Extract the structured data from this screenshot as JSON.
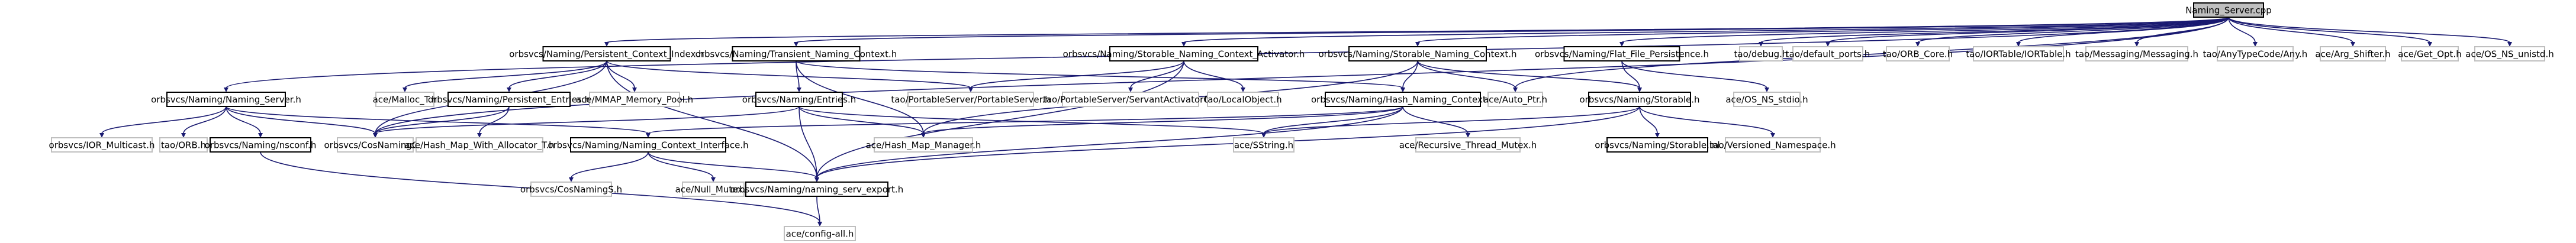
{
  "diagram": {
    "root": "Naming_Server.cpp",
    "nodes": [
      {
        "id": "root",
        "label": "Naming_Server.cpp",
        "kind": "root"
      },
      {
        "id": "pcindex",
        "label": "orbsvcs/Naming/Persistent_Context_Index.h",
        "kind": "proj"
      },
      {
        "id": "tnc",
        "label": "orbsvcs/Naming/Transient_Naming_Context.h",
        "kind": "proj"
      },
      {
        "id": "sncact",
        "label": "orbsvcs/Naming/Storable_Naming_Context_Activator.h",
        "kind": "proj"
      },
      {
        "id": "snc",
        "label": "orbsvcs/Naming/Storable_Naming_Context.h",
        "kind": "proj"
      },
      {
        "id": "ffp",
        "label": "orbsvcs/Naming/Flat_File_Persistence.h",
        "kind": "proj"
      },
      {
        "id": "debug",
        "label": "tao/debug.h",
        "kind": "ext"
      },
      {
        "id": "defports",
        "label": "tao/default_ports.h",
        "kind": "ext"
      },
      {
        "id": "orbcore",
        "label": "tao/ORB_Core.h",
        "kind": "ext"
      },
      {
        "id": "iortable",
        "label": "tao/IORTable/IORTable.h",
        "kind": "ext"
      },
      {
        "id": "messaging",
        "label": "tao/Messaging/Messaging.h",
        "kind": "ext"
      },
      {
        "id": "anytype",
        "label": "tao/AnyTypeCode/Any.h",
        "kind": "ext"
      },
      {
        "id": "argshifter",
        "label": "ace/Arg_Shifter.h",
        "kind": "ext"
      },
      {
        "id": "getopt",
        "label": "ace/Get_Opt.h",
        "kind": "ext"
      },
      {
        "id": "osunistd",
        "label": "ace/OS_NS_unistd.h",
        "kind": "ext"
      },
      {
        "id": "namingserver",
        "label": "orbsvcs/Naming/Naming_Server.h",
        "kind": "proj"
      },
      {
        "id": "malloc",
        "label": "ace/Malloc_T.h",
        "kind": "ext"
      },
      {
        "id": "pentries",
        "label": "orbsvcs/Naming/Persistent_Entries.h",
        "kind": "proj"
      },
      {
        "id": "mmap",
        "label": "ace/MMAP_Memory_Pool.h",
        "kind": "ext"
      },
      {
        "id": "entries",
        "label": "orbsvcs/Naming/Entries.h",
        "kind": "proj"
      },
      {
        "id": "psportable",
        "label": "tao/PortableServer/PortableServer.h",
        "kind": "ext"
      },
      {
        "id": "servantact",
        "label": "tao/PortableServer/ServantActivatorC.h",
        "kind": "ext"
      },
      {
        "id": "localobj",
        "label": "tao/LocalObject.h",
        "kind": "ext"
      },
      {
        "id": "hashnc",
        "label": "orbsvcs/Naming/Hash_Naming_Context.h",
        "kind": "proj"
      },
      {
        "id": "autoptr",
        "label": "ace/Auto_Ptr.h",
        "kind": "ext"
      },
      {
        "id": "storable",
        "label": "orbsvcs/Naming/Storable.h",
        "kind": "proj"
      },
      {
        "id": "osstdio",
        "label": "ace/OS_NS_stdio.h",
        "kind": "ext"
      },
      {
        "id": "iormcast",
        "label": "orbsvcs/IOR_Multicast.h",
        "kind": "ext"
      },
      {
        "id": "orbh",
        "label": "tao/ORB.h",
        "kind": "ext"
      },
      {
        "id": "nsconf",
        "label": "orbsvcs/Naming/nsconf.h",
        "kind": "proj"
      },
      {
        "id": "cosnamingc",
        "label": "orbsvcs/CosNamingC.h",
        "kind": "ext"
      },
      {
        "id": "hashalloc",
        "label": "ace/Hash_Map_With_Allocator_T.h",
        "kind": "ext"
      },
      {
        "id": "nci",
        "label": "orbsvcs/Naming/Naming_Context_Interface.h",
        "kind": "proj"
      },
      {
        "id": "hashmgr",
        "label": "ace/Hash_Map_Manager.h",
        "kind": "ext"
      },
      {
        "id": "sstring",
        "label": "ace/SString.h",
        "kind": "ext"
      },
      {
        "id": "recmutex",
        "label": "ace/Recursive_Thread_Mutex.h",
        "kind": "ext"
      },
      {
        "id": "storableinl",
        "label": "orbsvcs/Naming/Storable.inl",
        "kind": "proj"
      },
      {
        "id": "versioned",
        "label": "tao/Versioned_Namespace.h",
        "kind": "ext"
      },
      {
        "id": "cosnamings",
        "label": "orbsvcs/CosNamingS.h",
        "kind": "ext"
      },
      {
        "id": "nullmutex",
        "label": "ace/Null_Mutex.h",
        "kind": "ext"
      },
      {
        "id": "nsexport",
        "label": "orbsvcs/Naming/naming_serv_export.h",
        "kind": "proj"
      },
      {
        "id": "config",
        "label": "ace/config-all.h",
        "kind": "ext"
      }
    ],
    "edges": [
      [
        "root",
        "pcindex"
      ],
      [
        "root",
        "tnc"
      ],
      [
        "root",
        "sncact"
      ],
      [
        "root",
        "snc"
      ],
      [
        "root",
        "ffp"
      ],
      [
        "root",
        "debug"
      ],
      [
        "root",
        "defports"
      ],
      [
        "root",
        "orbcore"
      ],
      [
        "root",
        "iortable"
      ],
      [
        "root",
        "messaging"
      ],
      [
        "root",
        "anytype"
      ],
      [
        "root",
        "argshifter"
      ],
      [
        "root",
        "getopt"
      ],
      [
        "root",
        "osunistd"
      ],
      [
        "root",
        "namingserver"
      ],
      [
        "root",
        "autoptr"
      ],
      [
        "root",
        "cosnamingc"
      ],
      [
        "pcindex",
        "malloc"
      ],
      [
        "pcindex",
        "pentries"
      ],
      [
        "pcindex",
        "mmap"
      ],
      [
        "pcindex",
        "psportable"
      ],
      [
        "pcindex",
        "cosnamingc"
      ],
      [
        "pcindex",
        "nsexport"
      ],
      [
        "tnc",
        "entries"
      ],
      [
        "tnc",
        "hashnc"
      ],
      [
        "tnc",
        "hashmgr"
      ],
      [
        "sncact",
        "psportable"
      ],
      [
        "sncact",
        "servantact"
      ],
      [
        "sncact",
        "localobj"
      ],
      [
        "sncact",
        "nsexport"
      ],
      [
        "snc",
        "hashnc"
      ],
      [
        "snc",
        "storable"
      ],
      [
        "snc",
        "autoptr"
      ],
      [
        "snc",
        "hashmgr"
      ],
      [
        "ffp",
        "storable"
      ],
      [
        "ffp",
        "osstdio"
      ],
      [
        "namingserver",
        "iormcast"
      ],
      [
        "namingserver",
        "orbh"
      ],
      [
        "namingserver",
        "nsconf"
      ],
      [
        "namingserver",
        "cosnamingc"
      ],
      [
        "namingserver",
        "nci"
      ],
      [
        "pentries",
        "hashalloc"
      ],
      [
        "pentries",
        "cosnamingc"
      ],
      [
        "entries",
        "hashmgr"
      ],
      [
        "entries",
        "sstring"
      ],
      [
        "entries",
        "nsexport"
      ],
      [
        "entries",
        "cosnamingc"
      ],
      [
        "hashnc",
        "nci"
      ],
      [
        "hashnc",
        "hashmgr"
      ],
      [
        "hashnc",
        "sstring"
      ],
      [
        "hashnc",
        "recmutex"
      ],
      [
        "hashnc",
        "nsexport"
      ],
      [
        "storable",
        "storableinl"
      ],
      [
        "storable",
        "versioned"
      ],
      [
        "storable",
        "sstring"
      ],
      [
        "storable",
        "nsexport"
      ],
      [
        "nsconf",
        "config"
      ],
      [
        "nci",
        "cosnamings"
      ],
      [
        "nci",
        "nullmutex"
      ],
      [
        "nci",
        "nsexport"
      ],
      [
        "nsexport",
        "config"
      ]
    ]
  }
}
